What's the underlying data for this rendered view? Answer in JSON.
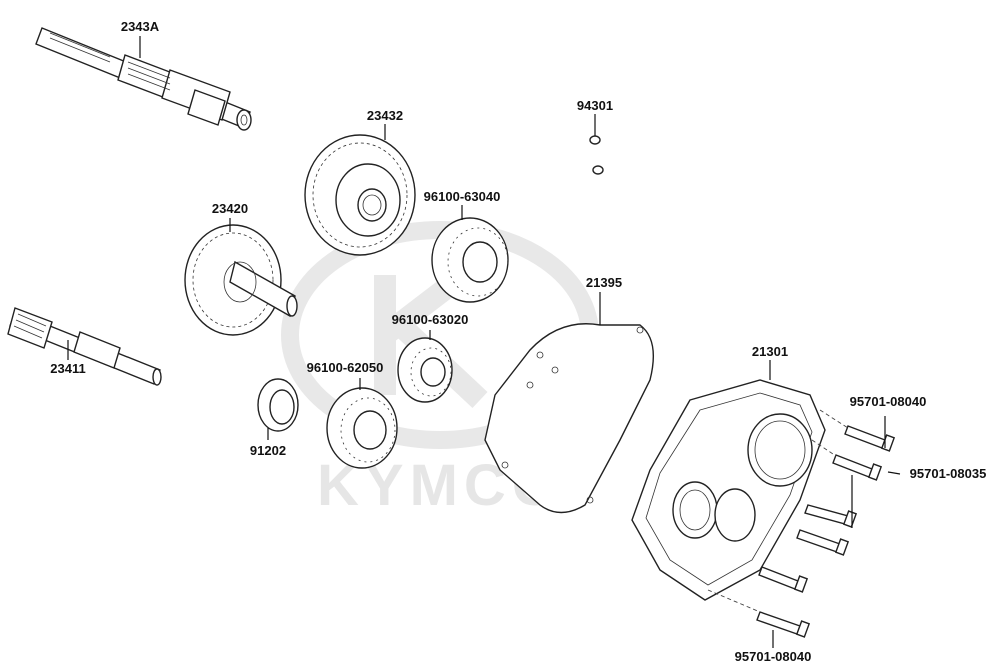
{
  "watermark": {
    "brand": "KYMCO"
  },
  "parts": {
    "main_shaft": "2343A",
    "driven_gear": "23432",
    "dowel_pin": "94301",
    "counter_gear": "23420",
    "bearing_63040": "96100-63040",
    "gasket": "21395",
    "bearing_63020": "96100-63020",
    "drive_shaft": "23411",
    "bearing_62050": "96100-62050",
    "transmission_cover": "21301",
    "oil_seal": "91202",
    "bolt_08040_top": "95701-08040",
    "bolt_08035": "95701-08035",
    "bolt_08040_bottom": "95701-08040"
  }
}
